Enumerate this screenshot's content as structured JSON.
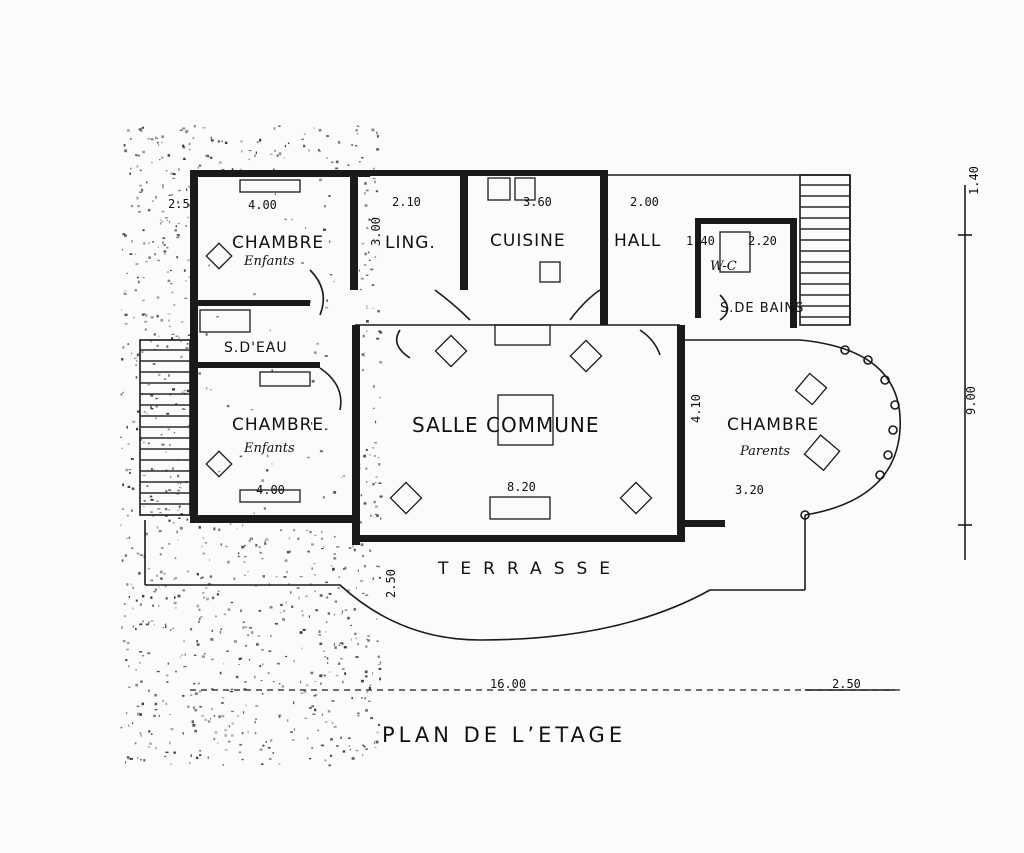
{
  "title": "PLAN DE L’ETAGE",
  "rooms": {
    "chambre_enfants_1": {
      "name": "CHAMBRE",
      "sub": "Enfants"
    },
    "chambre_enfants_2": {
      "name": "CHAMBRE",
      "sub": "Enfants"
    },
    "linge": {
      "name": "LING."
    },
    "cuisine": {
      "name": "CUISINE"
    },
    "hall": {
      "name": "HALL"
    },
    "wc": {
      "name": "W-C"
    },
    "salle_de_bains": {
      "name": "S.DE BAINS"
    },
    "salle_eau": {
      "name": "S.D'EAU"
    },
    "salle_commune": {
      "name": "SALLE COMMUNE"
    },
    "chambre_parents": {
      "name": "CHAMBRE",
      "sub": "Parents"
    },
    "terrasse": {
      "name": "TERRASSE"
    }
  },
  "dimensions": {
    "d_2_5": "2.5",
    "d_4_00_top": "4.00",
    "d_2_10": "2.10",
    "d_3_60": "3.60",
    "d_2_00": "2.00",
    "d_2_20": "2.20",
    "d_1_40": "1.40",
    "d_3_00": "3.00",
    "d_4_10": "4.10",
    "d_4_00_bottom": "4.00",
    "d_8_20": "8.20",
    "d_3_20": "3.20",
    "d_2_50_terr": "2.50",
    "d_16_00": "16.00",
    "d_2_50_scale": "2.50",
    "d_1_40_right": "1.40",
    "d_9_00": "9.00"
  },
  "colors": {
    "ink": "#1a1a1a",
    "paper": "#fbfbf9"
  }
}
